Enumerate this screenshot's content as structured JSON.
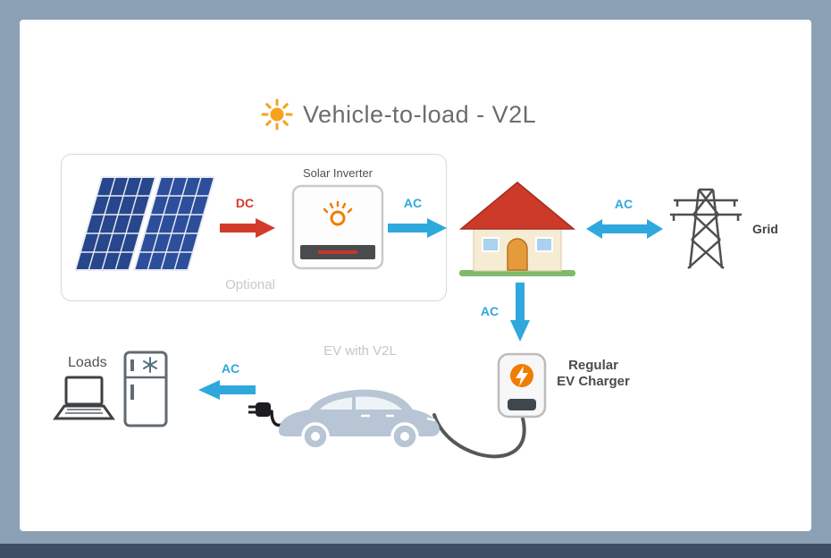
{
  "title": {
    "text": "Vehicle-to-load - V2L",
    "icon": "sun-icon"
  },
  "labels": {
    "solar_inverter": "Solar Inverter",
    "dc": "DC",
    "ac_inverter_out": "AC",
    "optional": "Optional",
    "ac_house_grid": "AC",
    "grid": "Grid",
    "ac_house_charger": "AC",
    "charger_line1": "Regular",
    "charger_line2": "EV Charger",
    "ev": "EV with V2L",
    "ac_ev_loads": "AC",
    "loads": "Loads"
  },
  "colors": {
    "frame": "#8ba0b4",
    "frame_bottom": "#3d4f63",
    "canvas": "#ffffff",
    "ac_blue": "#2fa8dd",
    "dc_red": "#d23b2c",
    "title_gray": "#6a6c6e",
    "muted_gray": "#c6c8ca",
    "dark_text": "#4a4c4f",
    "sun_orange": "#f6a21d",
    "car_blue": "#b7c5d4"
  }
}
